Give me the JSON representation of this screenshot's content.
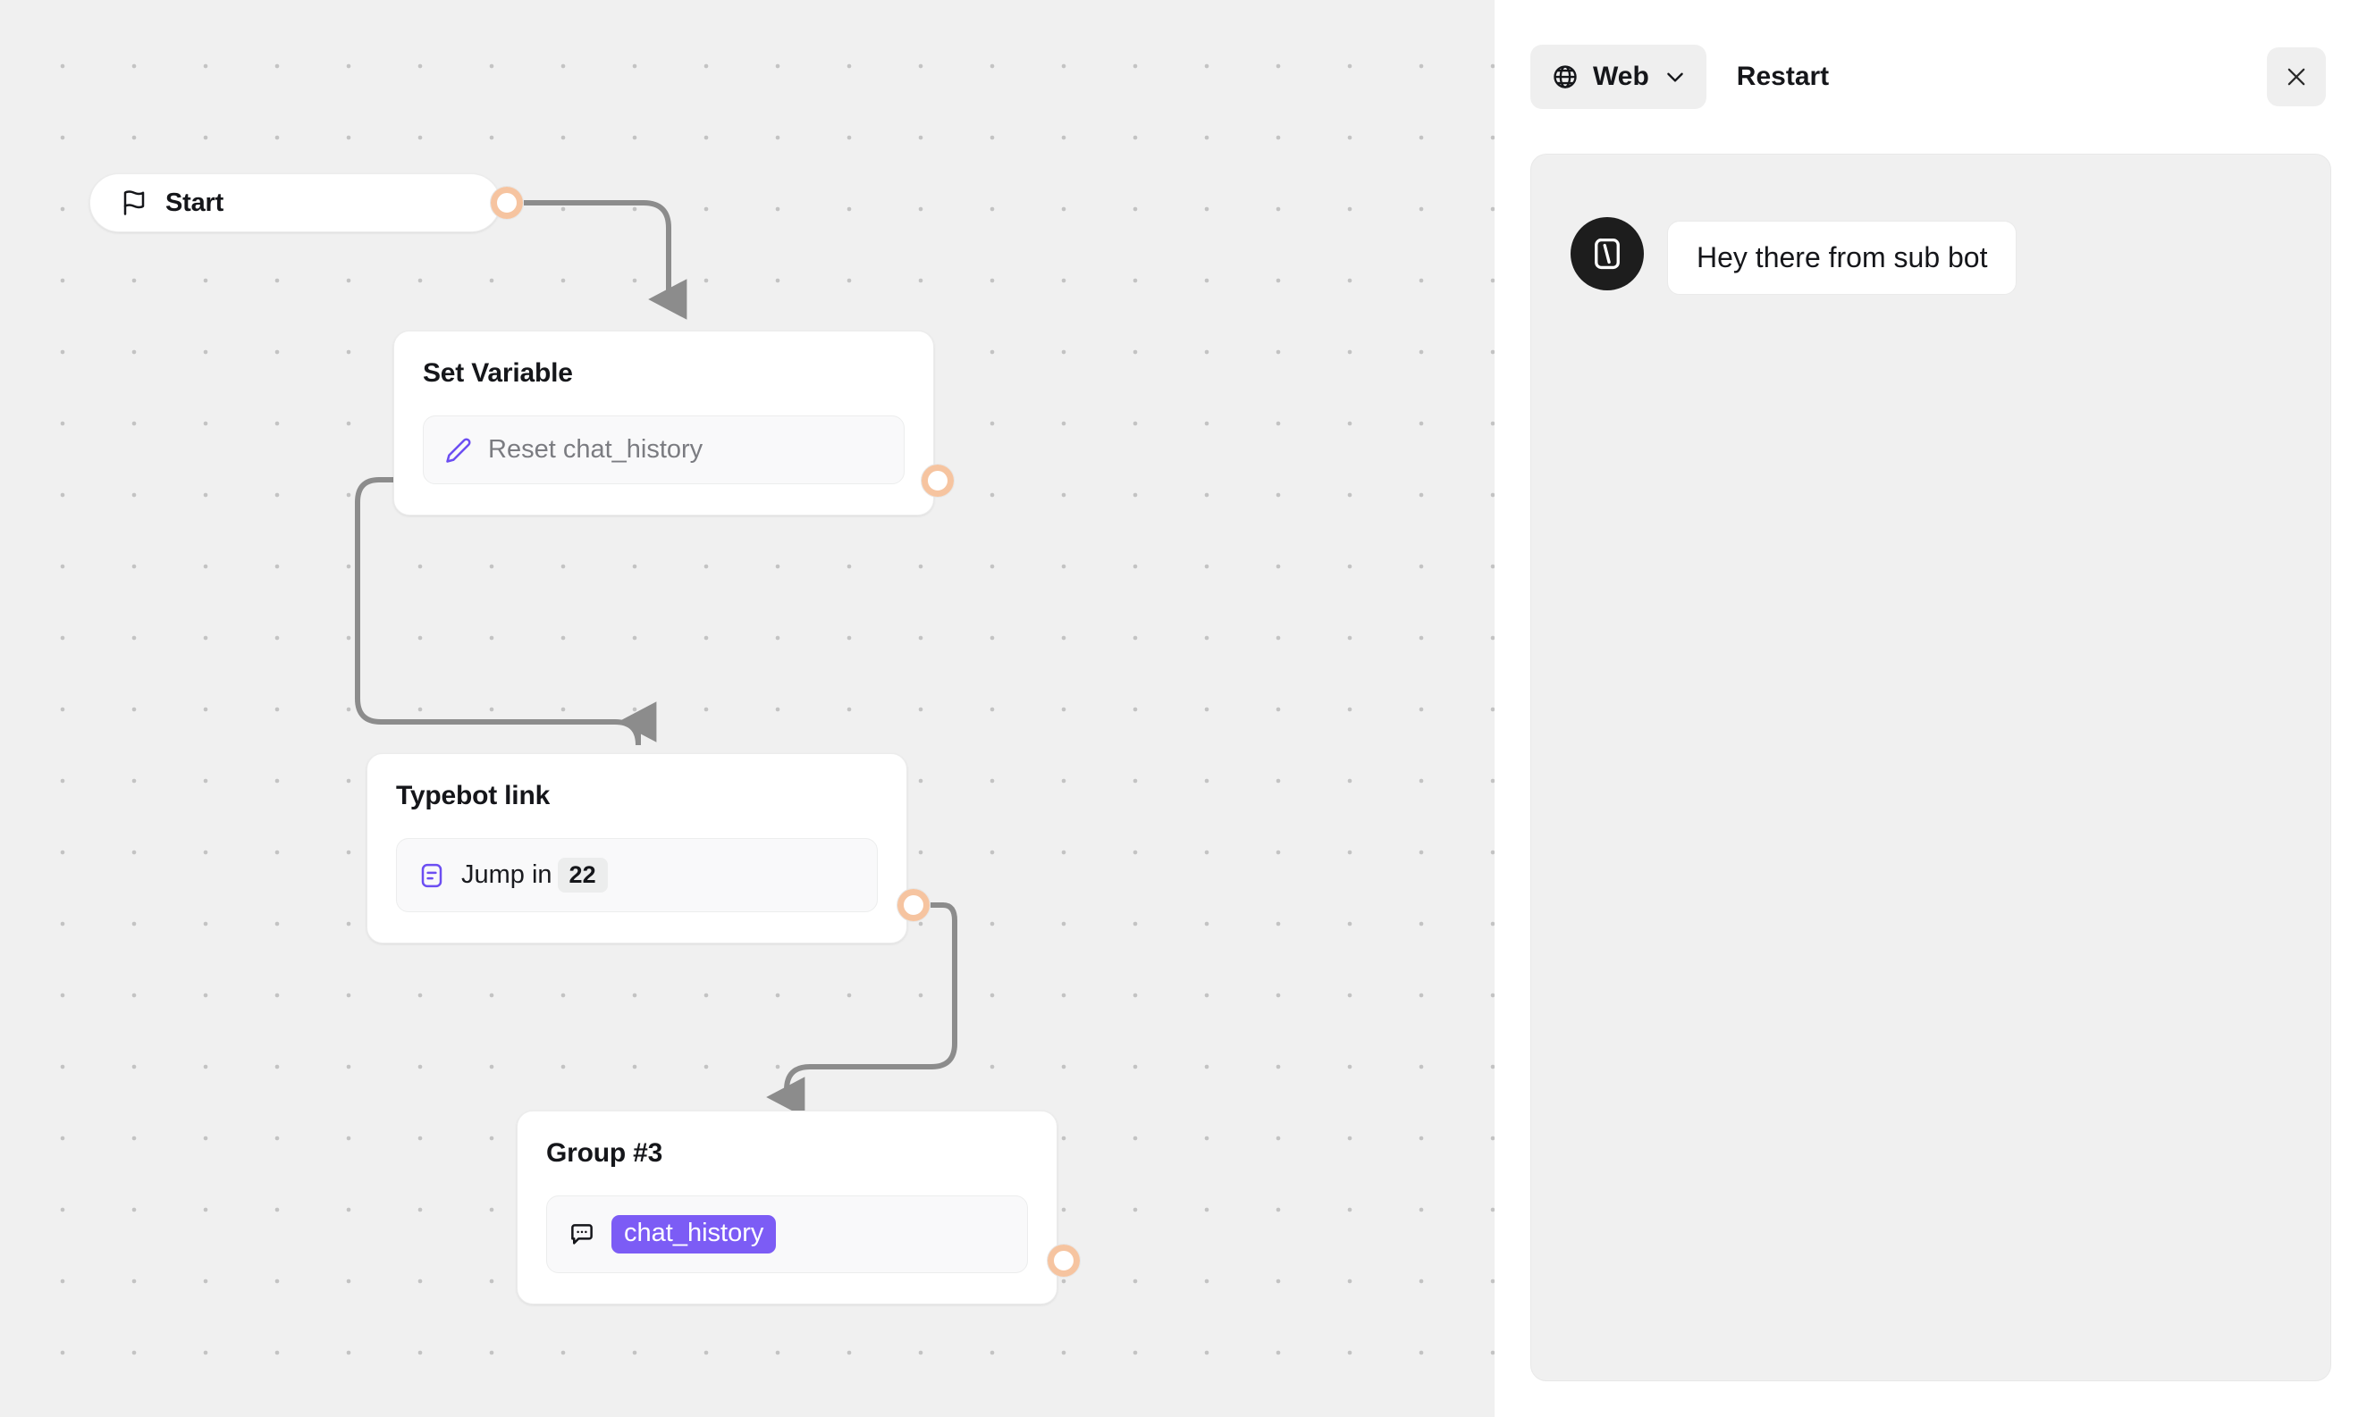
{
  "canvas": {
    "background_color": "#f0f0f0",
    "dot_color": "#c3c3c3",
    "edge_color": "#8c8c8c",
    "handle_color": "#f6c4a0",
    "nodes": [
      {
        "id": "start",
        "title": "Start",
        "icon": "flag-icon",
        "type": "start-pill"
      },
      {
        "id": "set-variable",
        "title": "Set Variable",
        "block_icon": "pencil-icon",
        "block_text": "Reset chat_history",
        "block_text_style": "muted"
      },
      {
        "id": "typebot-link",
        "title": "Typebot link",
        "block_icon": "typebot-link-icon",
        "block_text": "Jump in",
        "block_badge": "22"
      },
      {
        "id": "group-3",
        "title": "Group #3",
        "block_icon": "chat-bubble-icon",
        "block_variable": "chat_history",
        "variable_color": "#7c5cf5"
      }
    ]
  },
  "panel": {
    "header": {
      "channel_select": {
        "icon": "globe-icon",
        "label": "Web",
        "chevron": "chevron-down-icon"
      },
      "restart_label": "Restart",
      "close_icon": "close-icon"
    },
    "chat": {
      "messages": [
        {
          "avatar": "typebot-logo-avatar",
          "text": "Hey there from sub bot"
        }
      ]
    }
  }
}
